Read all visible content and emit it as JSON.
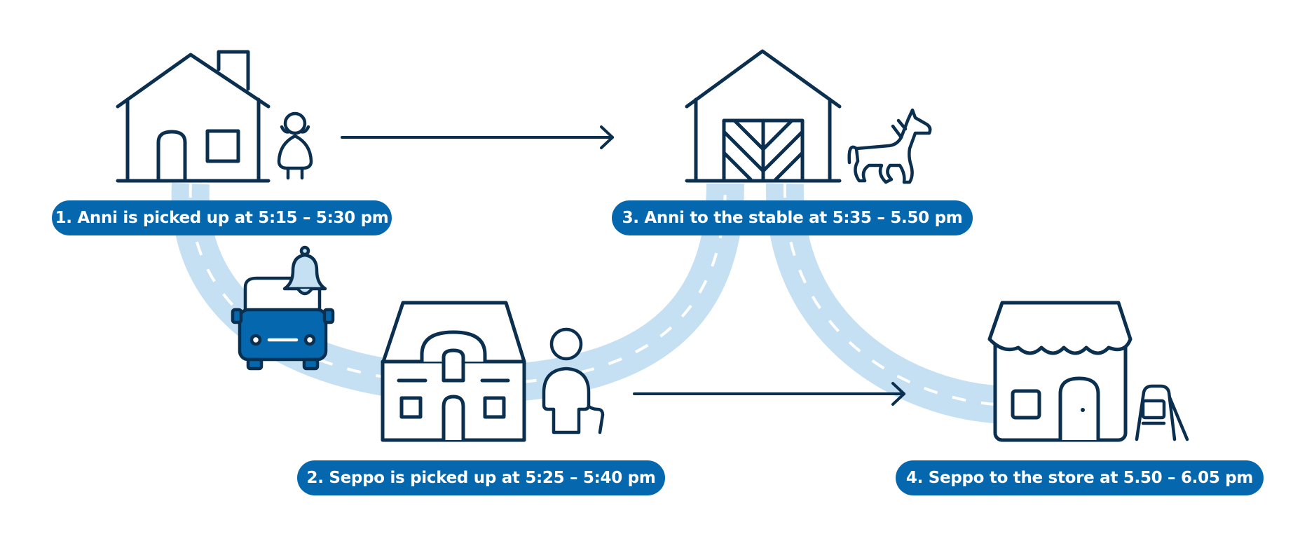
{
  "steps": [
    {
      "label": "1. Anni is picked up at 5:15 – 5:30 pm"
    },
    {
      "label": "2. Seppo is picked up at 5:25 – 5:40 pm"
    },
    {
      "label": "3. Anni to the stable at 5:35 – 5.50 pm"
    },
    {
      "label": "4. Seppo to the store at 5.50 – 6.05 pm"
    }
  ],
  "icons": {
    "house": "house-icon",
    "girl": "girl-icon",
    "barn": "barn-icon",
    "horse": "horse-icon",
    "bus": "bus-icon",
    "bell": "bell-icon",
    "building": "apartment-building-icon",
    "elderly": "elderly-person-icon",
    "store": "store-icon",
    "sign": "sidewalk-sign-icon"
  },
  "colors": {
    "ink": "#0b2f4f",
    "label_bg": "#0568ae",
    "road": "#c6e0f3",
    "bus_fill": "#0568ae",
    "bell_fill": "#c6e0f3"
  }
}
